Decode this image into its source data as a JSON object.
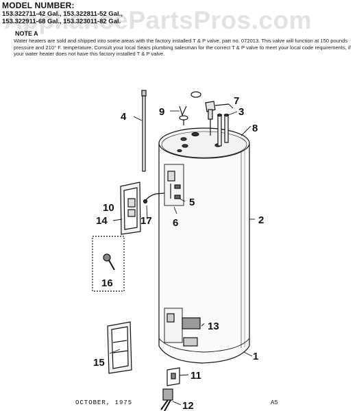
{
  "header": {
    "model_title": "MODEL NUMBER:",
    "model_line_1": "153.322711-42 Gal., 153.322811-52 Gal.,",
    "model_line_2": "153.322911-68 Gal., 153.323011-82 Gal."
  },
  "note": {
    "title": "NOTE A",
    "body": "Water heaters are sold and shipped into some areas with the factory installed T & P valve, part no. 072013. This valve will function at 150 pounds pressure and 210° F. temperature. Consult your local Sears plumbing salesman for the correct T & P valve to meet your local code requirements, if your water heater does not have this factory installed T & P valve."
  },
  "watermark": "AppliancePartsPros.com",
  "callouts": {
    "c1": "1",
    "c2": "2",
    "c3": "3",
    "c4": "4",
    "c5": "5",
    "c6": "6",
    "c7": "7",
    "c8": "8",
    "c9": "9",
    "c10": "10",
    "c11": "11",
    "c12": "12",
    "c13": "13",
    "c14": "14",
    "c15": "15",
    "c16": "16",
    "c17": "17"
  },
  "footer": {
    "date": "OCTOBER, 1975",
    "code": "A5"
  }
}
